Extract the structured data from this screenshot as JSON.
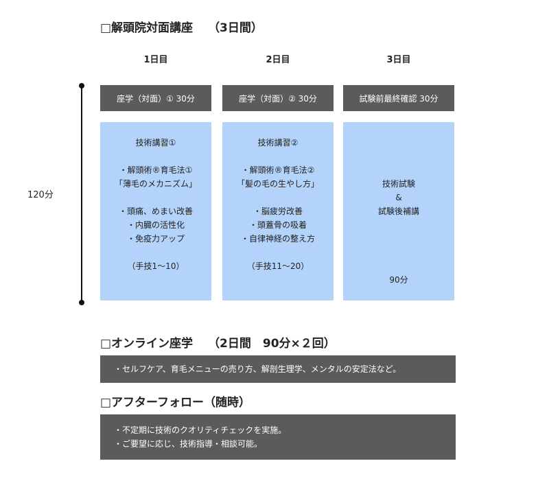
{
  "sections": {
    "in_person": {
      "title": "□解頭院対面講座",
      "subtitle": "（3日間）"
    },
    "online": {
      "title": "□オンライン座学",
      "subtitle": "（2日間　90分×２回）",
      "lines": [
        "・セルフケア、育毛メニューの売り方、解剖生理学、メンタルの安定法など。"
      ]
    },
    "followup": {
      "title": "□アフターフォロー（随時）",
      "lines": [
        "・不定期に技術のクオリティチェックを実施。",
        "・ご要望に応じ、技術指導・相談可能。"
      ]
    }
  },
  "timeline": {
    "label": "120分"
  },
  "days": [
    {
      "header": "1日目",
      "lecture": "座学（対面）① 30分",
      "practice": {
        "title": "技術講習①",
        "topic": "・解頭術®育毛法①",
        "topic_sub": "「薄毛のメカニズム」",
        "items": [
          "・頭痛、めまい改善",
          "・内臓の活性化",
          "・免疫力アップ"
        ],
        "note": "（手技1〜10）"
      }
    },
    {
      "header": "2日目",
      "lecture": "座学（対面）② 30分",
      "practice": {
        "title": "技術講習②",
        "topic": "・解頭術®育毛法②",
        "topic_sub": "「髪の毛の生やし方」",
        "items": [
          "・脳疲労改善",
          "・頭蓋骨の吸着",
          "・自律神経の整え方"
        ],
        "note": "（手技11〜20）"
      }
    },
    {
      "header": "3日目",
      "lecture": "試験前最終確認 30分",
      "practice": {
        "line1": "技術試験",
        "line2": "&",
        "line3": "試験後補講",
        "duration": "90分"
      }
    }
  ]
}
